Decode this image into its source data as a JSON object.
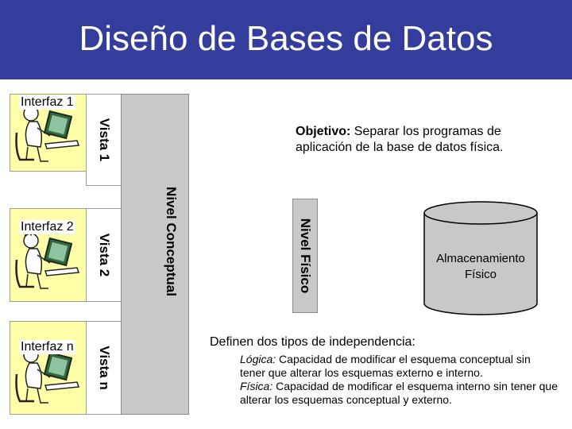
{
  "title": "Diseño de Bases de Datos",
  "interfaces": [
    {
      "label": "Interfaz 1",
      "vista": "Vista 1"
    },
    {
      "label": "Interfaz 2",
      "vista": "Vista 2"
    },
    {
      "label": "Interfaz n",
      "vista": "Vista n"
    }
  ],
  "conceptual_level": "Nivel Conceptual",
  "physical_level": "Nivel Físico",
  "objective": {
    "label": "Objetivo:",
    "text": " Separar los programas de aplicación de la base de datos física."
  },
  "storage": "Almacenamiento Físico",
  "independence": {
    "heading": "Definen dos tipos de independencia:",
    "logical_term": "Lógica:",
    "logical_text": " Capacidad de modificar el esquema conceptual sin tener que alterar los esquemas externo e interno.",
    "physical_term": "Física:",
    "physical_text": " Capacidad de modificar el esquema interno sin tener que alterar los esquemas conceptual y externo."
  },
  "colors": {
    "title_bar": "#343c9c",
    "interface_bg": "#ffffa8",
    "level_bg": "#c8c8c8",
    "storage_bg": "#c8c8c8"
  },
  "icons": [
    "person-at-computer-icon",
    "database-cylinder-icon"
  ]
}
